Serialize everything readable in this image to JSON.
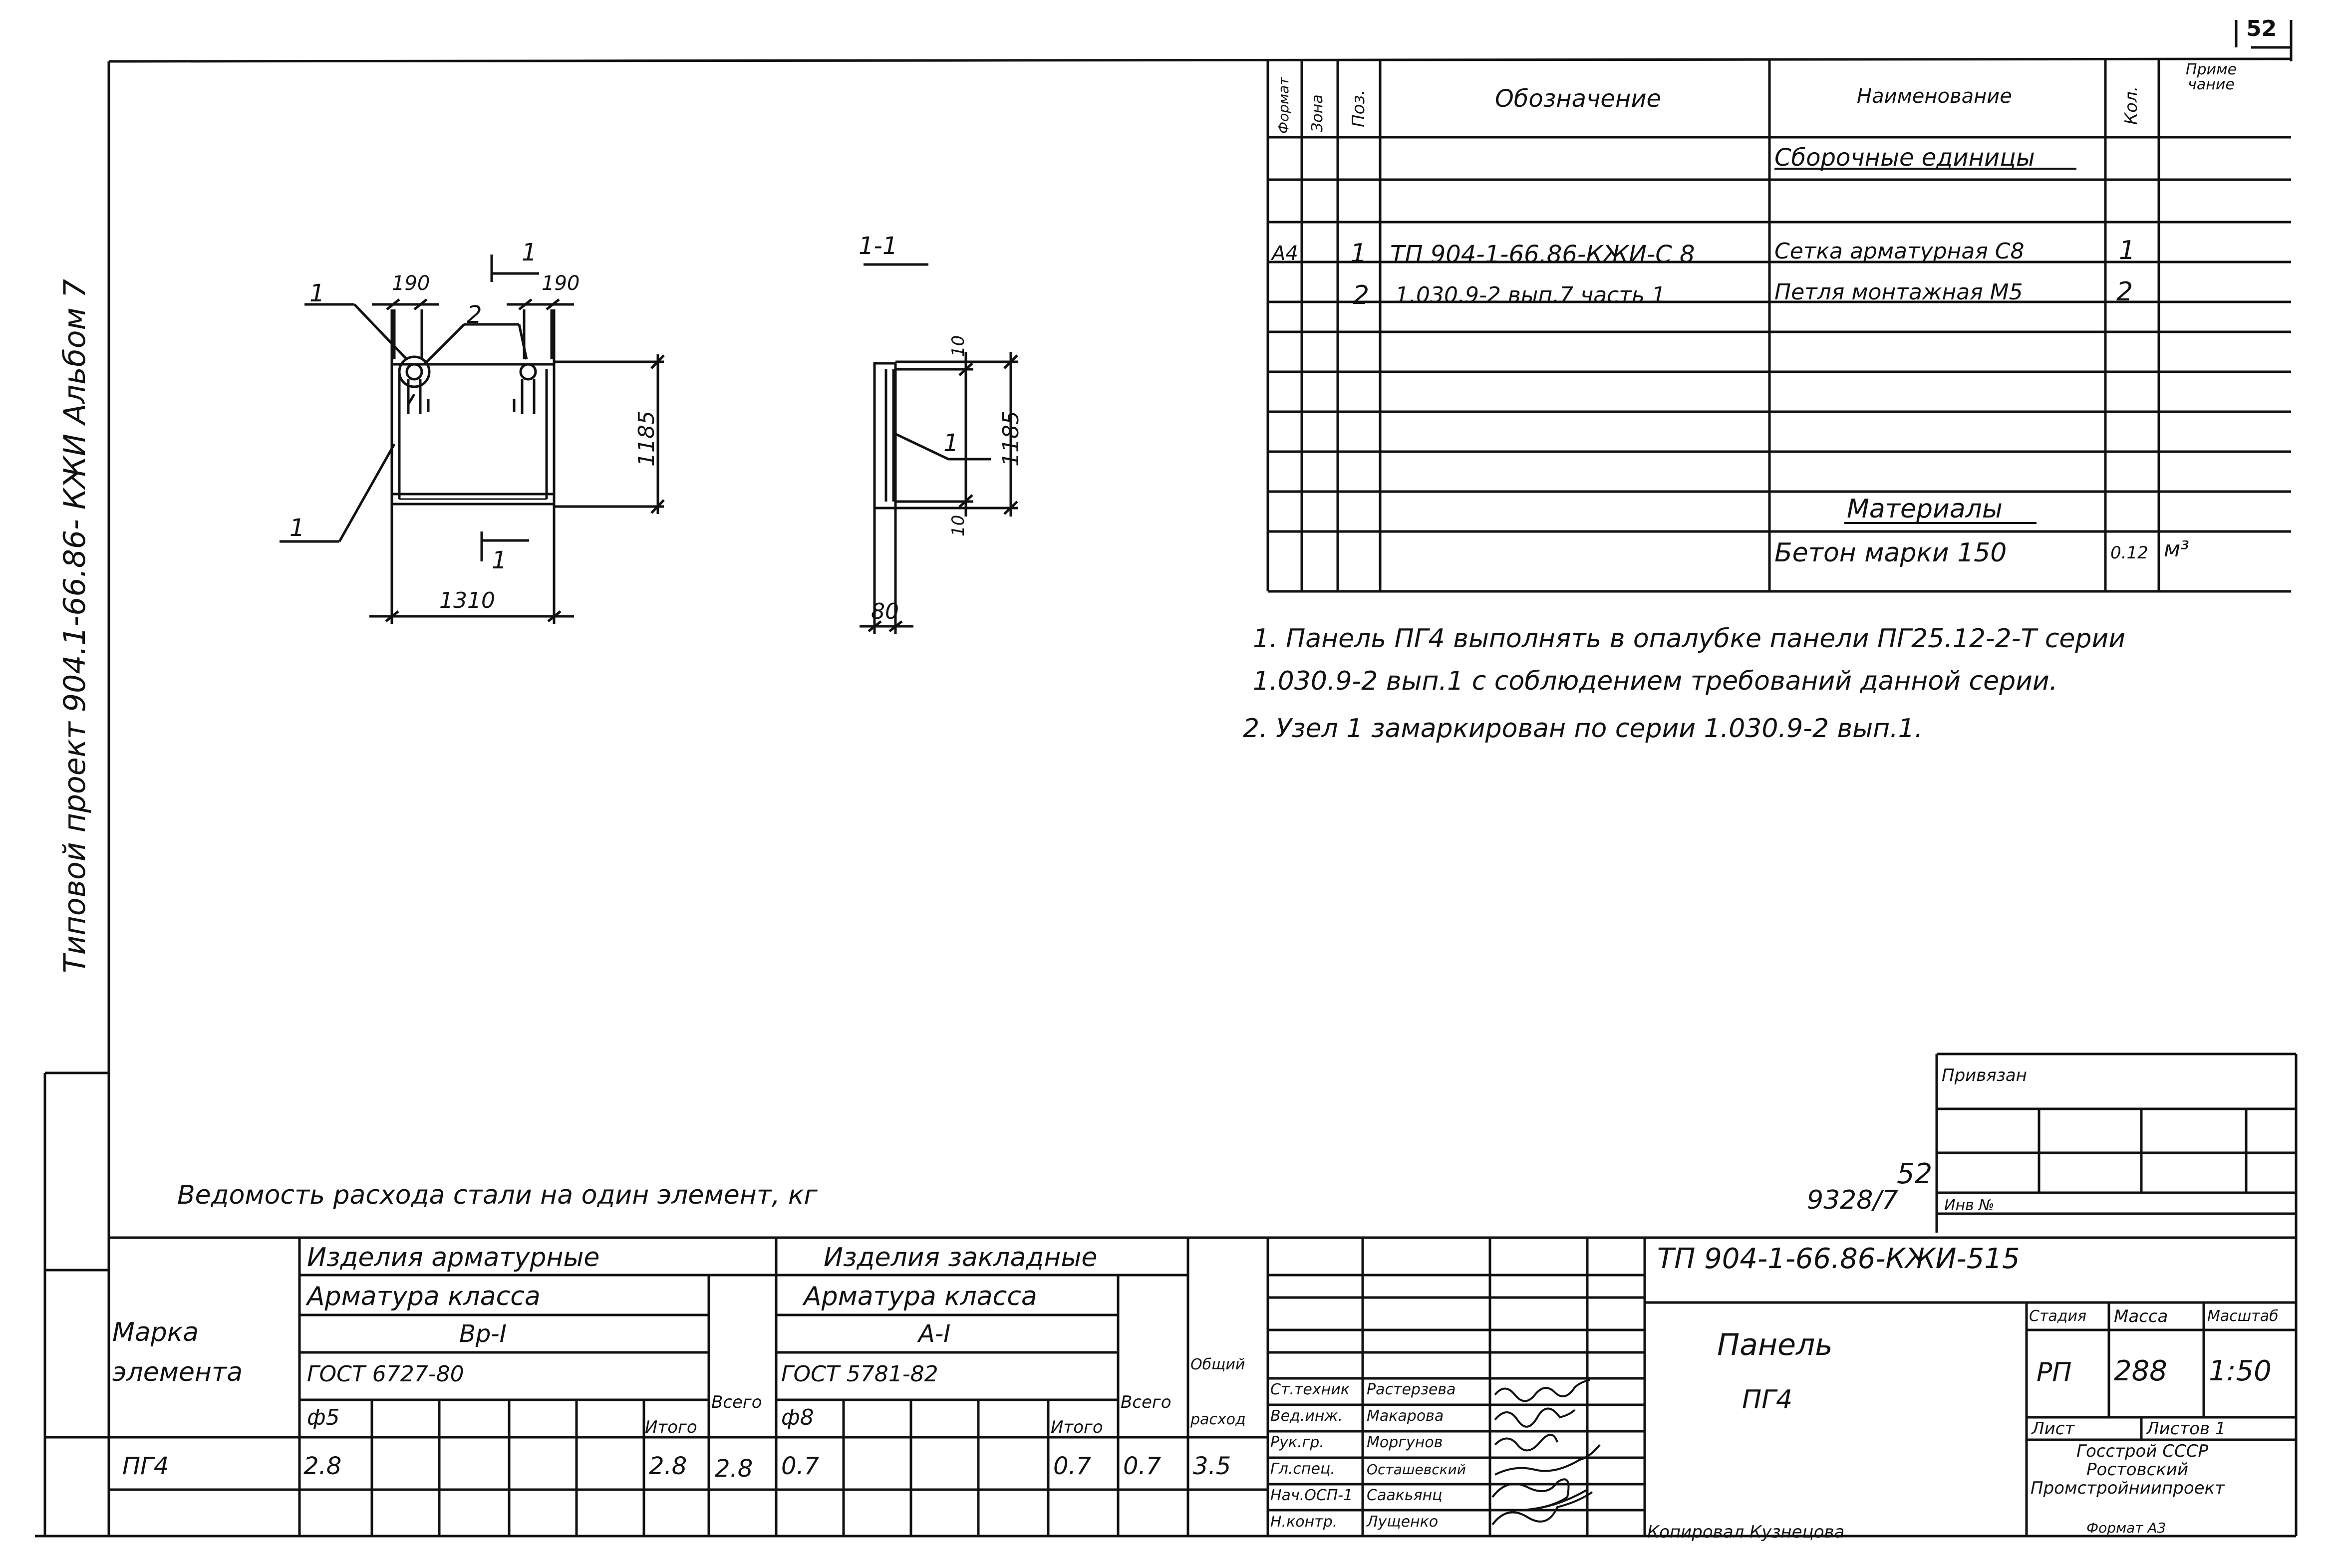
{
  "page_number": "52",
  "side_title": "Типовой  проект  904.1-66.86- КЖИ Альбом 7",
  "drawing": {
    "view_title": "1-1",
    "cut_mark": "1",
    "callout_1": "1",
    "callout_2": "2",
    "dims": {
      "top_left": "190",
      "top_right": "190",
      "height": "1185",
      "width": "1310",
      "section_top": "10",
      "section_bottom": "10",
      "section_height": "1185",
      "section_width": "80"
    }
  },
  "spec": {
    "headers": {
      "format": "Формат",
      "zone": "Зона",
      "pos": "Поз.",
      "designation": "Обозначение",
      "name": "Наименование",
      "qty": "Кол.",
      "note": "Приме чание"
    },
    "section_assembly": "Сборочные единицы",
    "rows": [
      {
        "format": "А4",
        "pos": "1",
        "designation": "ТП 904-1-66.86-КЖИ-С 8",
        "name": "Сетка арматурная С8",
        "qty": "1"
      },
      {
        "format": "",
        "pos": "2",
        "designation": "1.030.9-2 вып.7 часть 1",
        "name": "Петля монтажная М5",
        "qty": "2"
      }
    ],
    "section_materials": "Материалы",
    "material": {
      "name": "Бетон  марки 150",
      "qty": "0.12",
      "unit": "м³"
    }
  },
  "notes": [
    "1. Панель ПГ4 выполнять в опалубке панели ПГ25.12-2-Т серии",
    "1.030.9-2 вып.1 с соблюдением требований данной серии.",
    "2. Узел 1  замаркирован по серии 1.030.9-2 вып.1."
  ],
  "privyazan": "Привязан",
  "inv_label": "Инв №",
  "inv_number": "9328/7",
  "inv_number_sup": "52",
  "steel": {
    "title": "Ведомость расхода стали на один элемент, кг",
    "col_mark": "Марка элемента",
    "group_armature": "Изделия арматурные",
    "armature_class_label": "Арматура класса",
    "armature_class": "Вр-I",
    "armature_gost": "ГОСТ 6727-80",
    "armature_diam": "ф5",
    "group_embedded": "Изделия закладные",
    "embedded_class_label": "Арматура класса",
    "embedded_class": "А-I",
    "embedded_gost": "ГОСТ 5781-82",
    "embedded_diam": "ф8",
    "itogo": "Итого",
    "vsego": "Всего",
    "total_label": "Общий расход",
    "row": {
      "mark": "ПГ4",
      "a5": "2.8",
      "a_itogo": "2.8",
      "a_vsego": "2.8",
      "e8": "0.7",
      "e_itogo": "0.7",
      "e_vsego": "0.7",
      "total": "3.5"
    }
  },
  "title_block": {
    "code": "ТП 904-1-66.86-КЖИ-515",
    "name1": "Панель",
    "name2": "ПГ4",
    "stadia_label": "Стадия",
    "massa_label": "Масса",
    "masshtab_label": "Масштаб",
    "stadia": "РП",
    "massa": "288",
    "masshtab": "1:50",
    "list_label": "Лист",
    "listov_label": "Листов 1",
    "org1": "Госстрой СССР",
    "org2": "Ростовский",
    "org3": "Промстройниипроект",
    "format": "Формат А3",
    "copied": "Копировал Кузнецова",
    "people": [
      {
        "role": "Ст.техник",
        "name": "Растерзева"
      },
      {
        "role": "Вед.инж.",
        "name": "Макарова"
      },
      {
        "role": "Рук.гр.",
        "name": "Моргунов"
      },
      {
        "role": "Гл.спец.",
        "name": "Осташевский"
      },
      {
        "role": "Нач.ОСП-1",
        "name": "Саакьянц"
      },
      {
        "role": "Н.контр.",
        "name": "Лущенко"
      }
    ]
  }
}
